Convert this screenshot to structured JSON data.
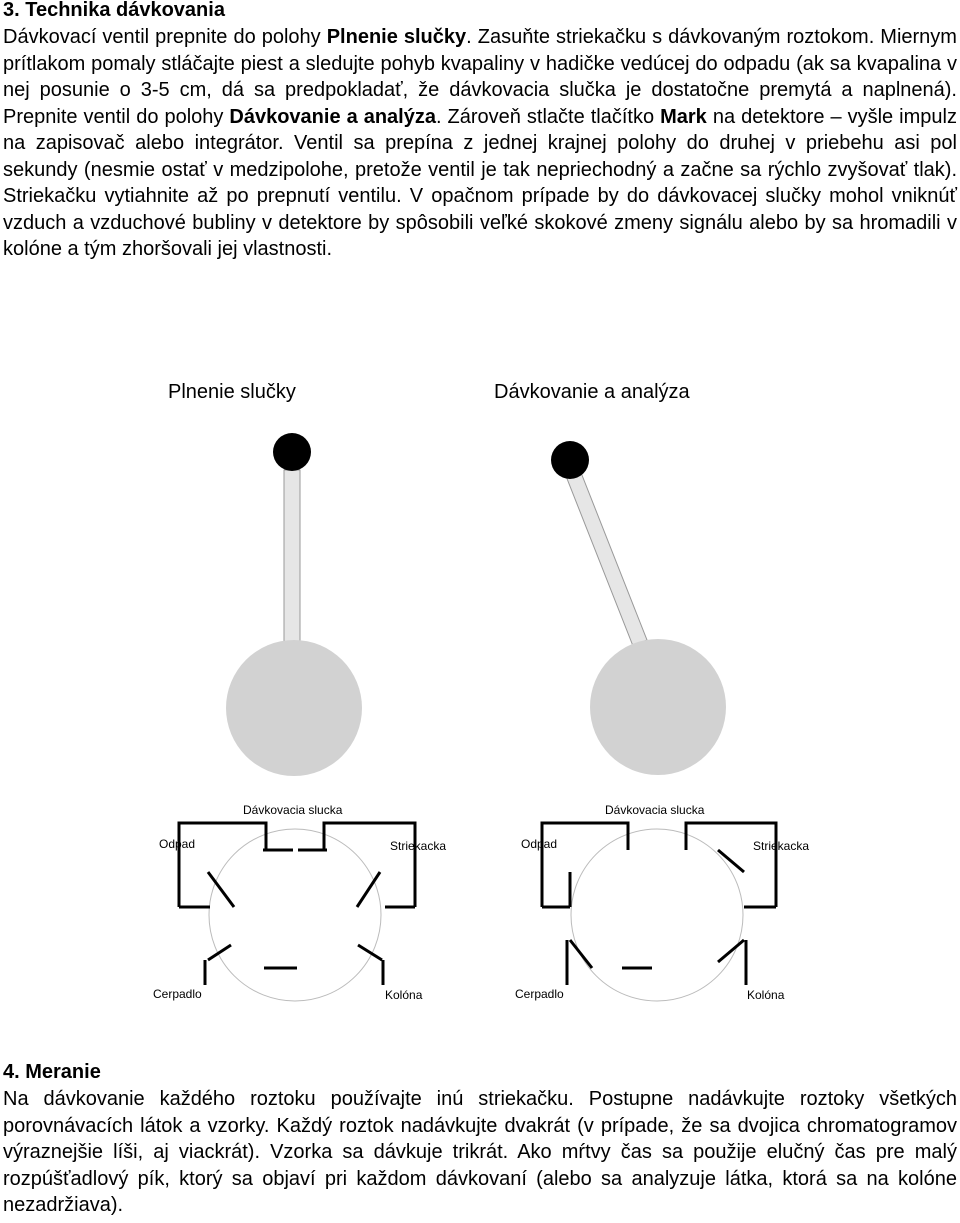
{
  "section3": {
    "heading": "3. Technika dávkovania",
    "p1": "Dávkovací ventil prepnite do polohy ",
    "b1": "Plnenie slučky",
    "p2": ". Zasuňte striekačku s dávkovaným roztokom. Miernym prítlakom pomaly stláčajte piest a sledujte pohyb kvapaliny v hadičke vedúcej do odpadu (ak sa kvapalina v nej posunie o 3-5 cm, dá sa predpokladať, že dávkovacia slučka je dostatočne premytá a naplnená). Prepnite ventil do polohy ",
    "b2": "Dávkovanie a analýza",
    "p3": ". Zároveň stlačte tlačítko ",
    "b3": "Mark",
    "p4": " na detektore – vyšle impulz na zapisovač alebo integrátor. Ventil sa prepína z jednej krajnej polohy do druhej v priebehu asi pol sekundy (nesmie ostať v medzipolohe, pretože ventil je tak nepriechodný a začne sa rýchlo zvyšovať tlak). Striekačku vytiahnite až po prepnutí ventilu. V opačnom prípade by do dávkovacej slučky mohol vniknúť vzduch a vzduchové bubliny v detektore by spôsobili veľké skokové zmeny signálu alebo by sa hromadili v kolóne a tým zhoršovali jej vlastnosti."
  },
  "diagrams": {
    "fill_title": "Plnenie slučky",
    "inject_title": "Dávkovanie a analýza",
    "labels": {
      "loop": "Dávkovacia slucka",
      "waste": "Odpad",
      "syringe": "Striekacka",
      "pump": "Cerpadlo",
      "column": "Kolóna"
    },
    "colors": {
      "knob": "#000000",
      "stem": "#e6e6e6",
      "stem_stroke": "#999999",
      "disc": "#d2d2d2",
      "valve_circle": "#bbbbbb"
    }
  },
  "section4": {
    "heading": "4. Meranie",
    "text": "Na dávkovanie každého roztoku používajte inú striekačku. Postupne nadávkujte roztoky všetkých porovnávacích látok a vzorky. Každý roztok nadávkujte dvakrát (v prípade, že sa dvojica chromatogramov výraznejšie líši, aj viackrát). Vzorka sa dávkuje trikrát. Ako mŕtvy čas sa použije elučný čas pre malý rozpúšťadlový pík, ktorý sa objaví pri každom dávkovaní (alebo sa analyzuje látka, ktorá sa na kolóne nezadržiava)."
  }
}
